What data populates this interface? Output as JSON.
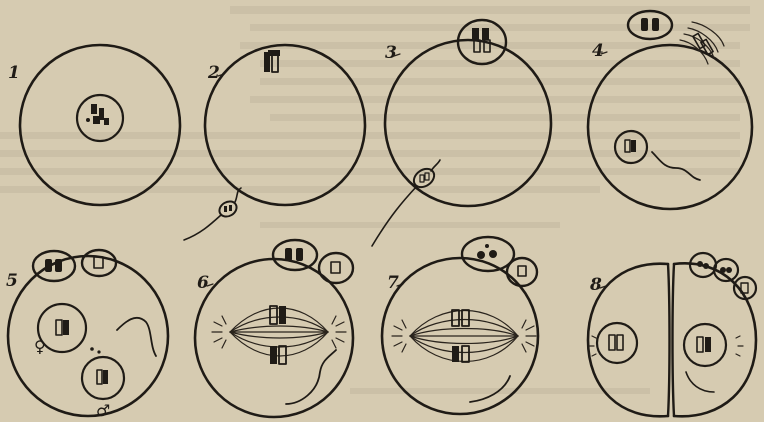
{
  "figure": {
    "panels": [
      {
        "number": "1"
      },
      {
        "number": "2"
      },
      {
        "number": "3"
      },
      {
        "number": "4"
      },
      {
        "number": "5"
      },
      {
        "number": "6"
      },
      {
        "number": "7"
      },
      {
        "number": "8"
      }
    ],
    "symbols": {
      "female": "♀",
      "male": "♂"
    }
  }
}
